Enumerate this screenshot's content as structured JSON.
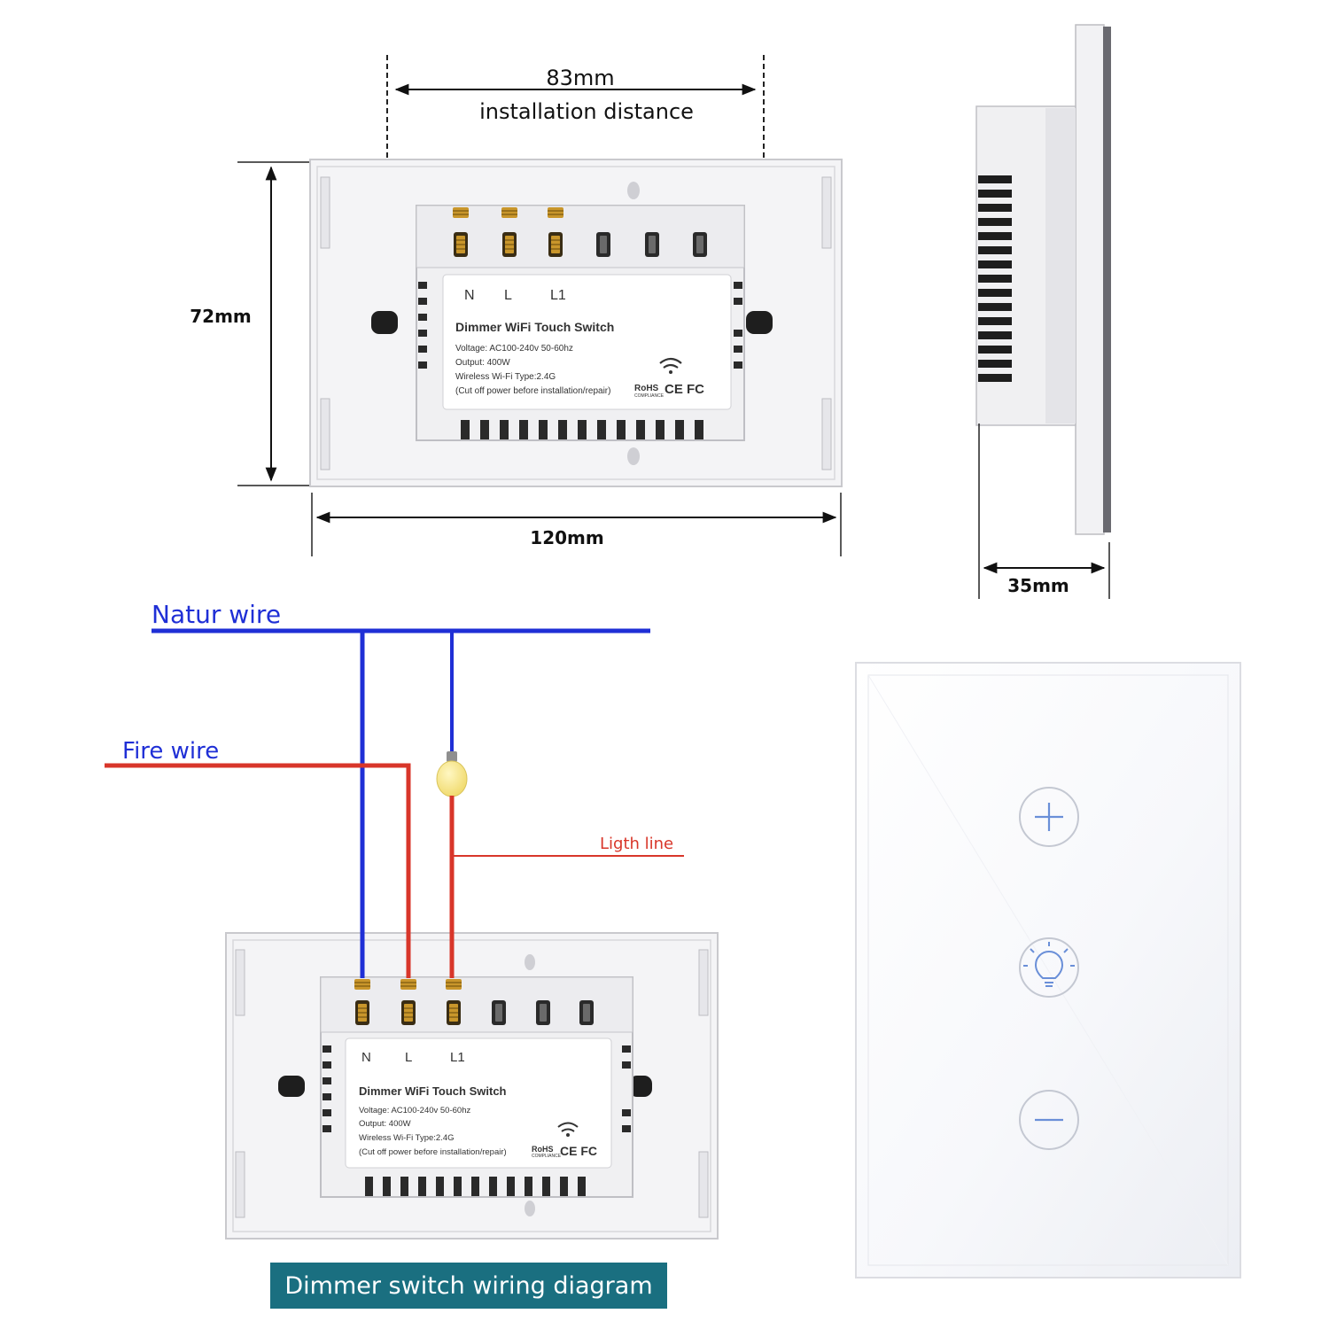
{
  "dimensions": {
    "install_distance_value": "83mm",
    "install_distance_label": "installation distance",
    "height": "72mm",
    "width": "120mm",
    "depth": "35mm"
  },
  "label_plate": {
    "terminals": [
      "N",
      "L",
      "L1"
    ],
    "product_name": "Dimmer WiFi Touch Switch",
    "voltage": "Voltage: AC100-240v  50-60hz",
    "output": "Output: 400W",
    "wireless": "Wireless Wi-Fi Type:2.4G",
    "warning": "(Cut off power before installation/repair)",
    "rohs": "RoHS",
    "compliance": "COMPLIANCE",
    "cert_marks": "CE FC"
  },
  "wiring": {
    "neutral_label": "Natur wire",
    "fire_label": "Fire wire",
    "light_label": "Ligth line",
    "neutral_color": "#1f2fd6",
    "fire_color": "#d8362a"
  },
  "front_panel": {
    "buttons": [
      "plus",
      "light",
      "minus"
    ]
  },
  "caption": "Dimmer switch wiring diagram",
  "colors": {
    "caption_bg": "#1a6f80",
    "button_accent": "#6a8fd8"
  }
}
